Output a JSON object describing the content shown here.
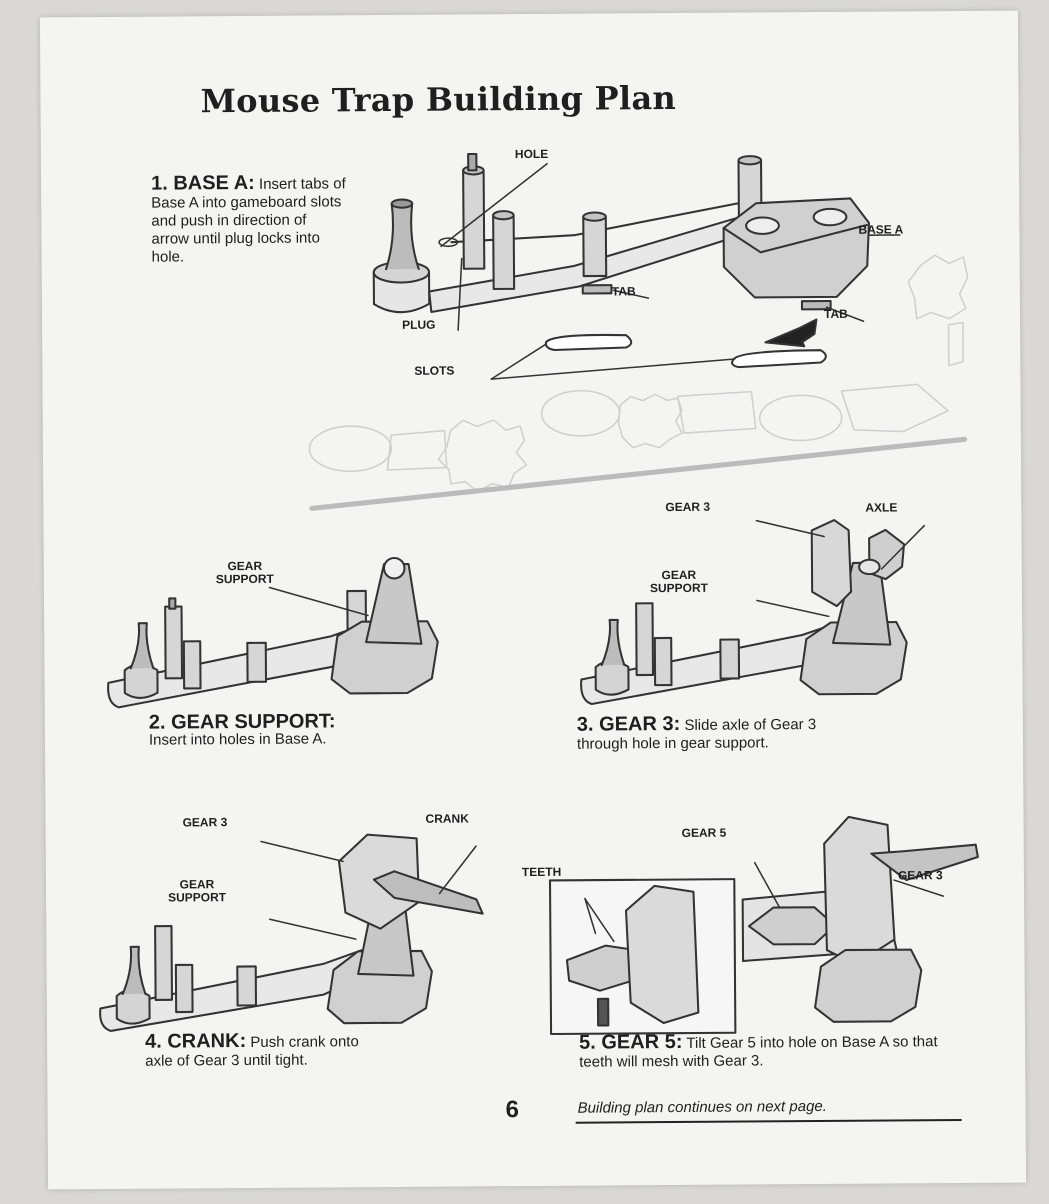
{
  "title": "Mouse Trap Building Plan",
  "steps": [
    {
      "heading": "1. BASE A:",
      "text": "Insert tabs of Base A into gameboard slots and push in direction of arrow until plug locks into hole."
    },
    {
      "heading": "2. GEAR SUPPORT:",
      "text": "Insert into holes in Base A."
    },
    {
      "heading": "3. GEAR 3:",
      "text": "Slide axle of Gear 3 through hole in gear support."
    },
    {
      "heading": "4. CRANK:",
      "text": "Push crank onto axle of Gear 3 until tight."
    },
    {
      "heading": "5. GEAR 5:",
      "text": "Tilt Gear 5 into hole on Base A so that teeth will mesh with Gear 3."
    }
  ],
  "labels": {
    "hole": "HOLE",
    "base_a": "BASE A",
    "tab1": "TAB",
    "tab2": "TAB",
    "plug": "PLUG",
    "slots": "SLOTS",
    "gear_support_2_a": "GEAR",
    "gear_support_2_b": "SUPPORT",
    "gear3_3": "GEAR 3",
    "axle": "AXLE",
    "gear_support_3_a": "GEAR",
    "gear_support_3_b": "SUPPORT",
    "gear3_4": "GEAR 3",
    "crank": "CRANK",
    "gear_support_4_a": "GEAR",
    "gear_support_4_b": "SUPPORT",
    "teeth": "TEETH",
    "gear5": "GEAR 5",
    "gear3_5": "GEAR 3"
  },
  "footer": {
    "page_number": "6",
    "continues": "Building plan continues on next page."
  }
}
